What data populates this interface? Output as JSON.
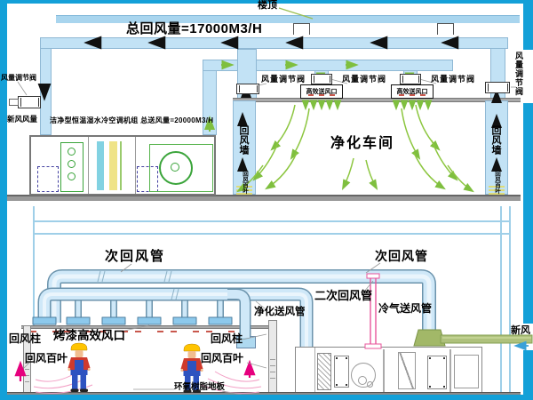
{
  "colors": {
    "frame": "#13a0d8",
    "duct_fill": "#c2e2f5",
    "duct_edge": "#8fb8d4",
    "flow_green": "#7fbf3f",
    "flow_pink": "#e6007e",
    "cold_duct_pink": "#e8559b",
    "fresh_pipe_green": "#a9be77",
    "fresh_arrow_blue": "#3aa0d8"
  },
  "top": {
    "roof": "楼顶",
    "total_return": "总回风量=17000M3/H",
    "damper": "风量调节阀",
    "fresh_air_flow": "新风风量",
    "ahu_title": "洁净型恒温湿水冷空调机组  总送风量=20000M3/H",
    "hepa_outlet": "高效送风口",
    "cleanroom": "净化车间",
    "return_wall": "回风墙",
    "return_louver": "回风百叶"
  },
  "bottom": {
    "sec_return": "次回风管",
    "double_return": "二次回风管",
    "cold_supply": "冷气送风管",
    "clean_supply": "净化送风管",
    "fresh_air": "新风",
    "return_col": "回风柱",
    "painted_hepa": "烤漆高效风口",
    "return_louver": "回风百叶",
    "epoxy_floor": "环氧树脂地板"
  }
}
